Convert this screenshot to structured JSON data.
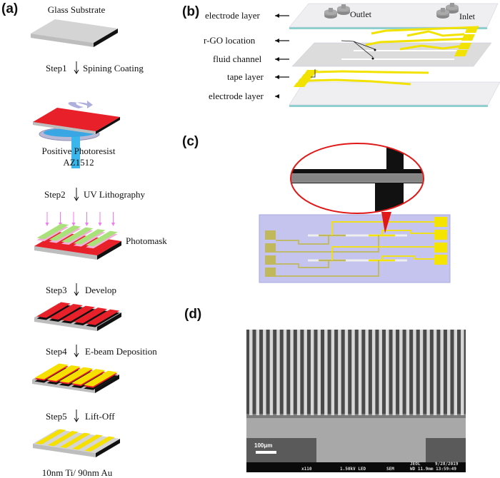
{
  "panel_a": {
    "label": "(a)",
    "title": "Glass Substrate",
    "steps": [
      {
        "step": "Step1",
        "action": "Spining Coating"
      },
      {
        "step": "Step2",
        "action": "UV Lithography"
      },
      {
        "step": "Step3",
        "action": "Develop"
      },
      {
        "step": "Step4",
        "action": "E-beam Deposition"
      },
      {
        "step": "Step5",
        "action": "Lift-Off"
      }
    ],
    "photoresist_line1": "Positive Photoresist",
    "photoresist_line2": "AZ1512",
    "photomask": "Photomask",
    "final": "10nm Ti/ 90nm Au"
  },
  "panel_b": {
    "label": "(b)",
    "layers": [
      "electrode layer",
      "r-GO  location",
      "fluid channel",
      "tape layer",
      "electrode layer"
    ],
    "outlet": "Outlet",
    "inlet": "Inlet"
  },
  "panel_c": {
    "label": "(c)"
  },
  "panel_d": {
    "label": "(d)",
    "scale_bar": "100μm",
    "footer": {
      "magnification": "x110",
      "voltage": "1.50kV LED",
      "mode": "SEM",
      "brand": "JEOL",
      "date": "9/28/2019",
      "wd_time": "WD 11.9mm 13:59:49"
    }
  },
  "colors": {
    "photoresist": "#e8202a",
    "gold": "#f5e000",
    "mask": "#a9e27a",
    "uv": "#f07af0",
    "substrate": "#d4d4d4",
    "teal": "#8ccfcf",
    "chip": "#c4c4ee",
    "ellipse": "#e01818"
  }
}
